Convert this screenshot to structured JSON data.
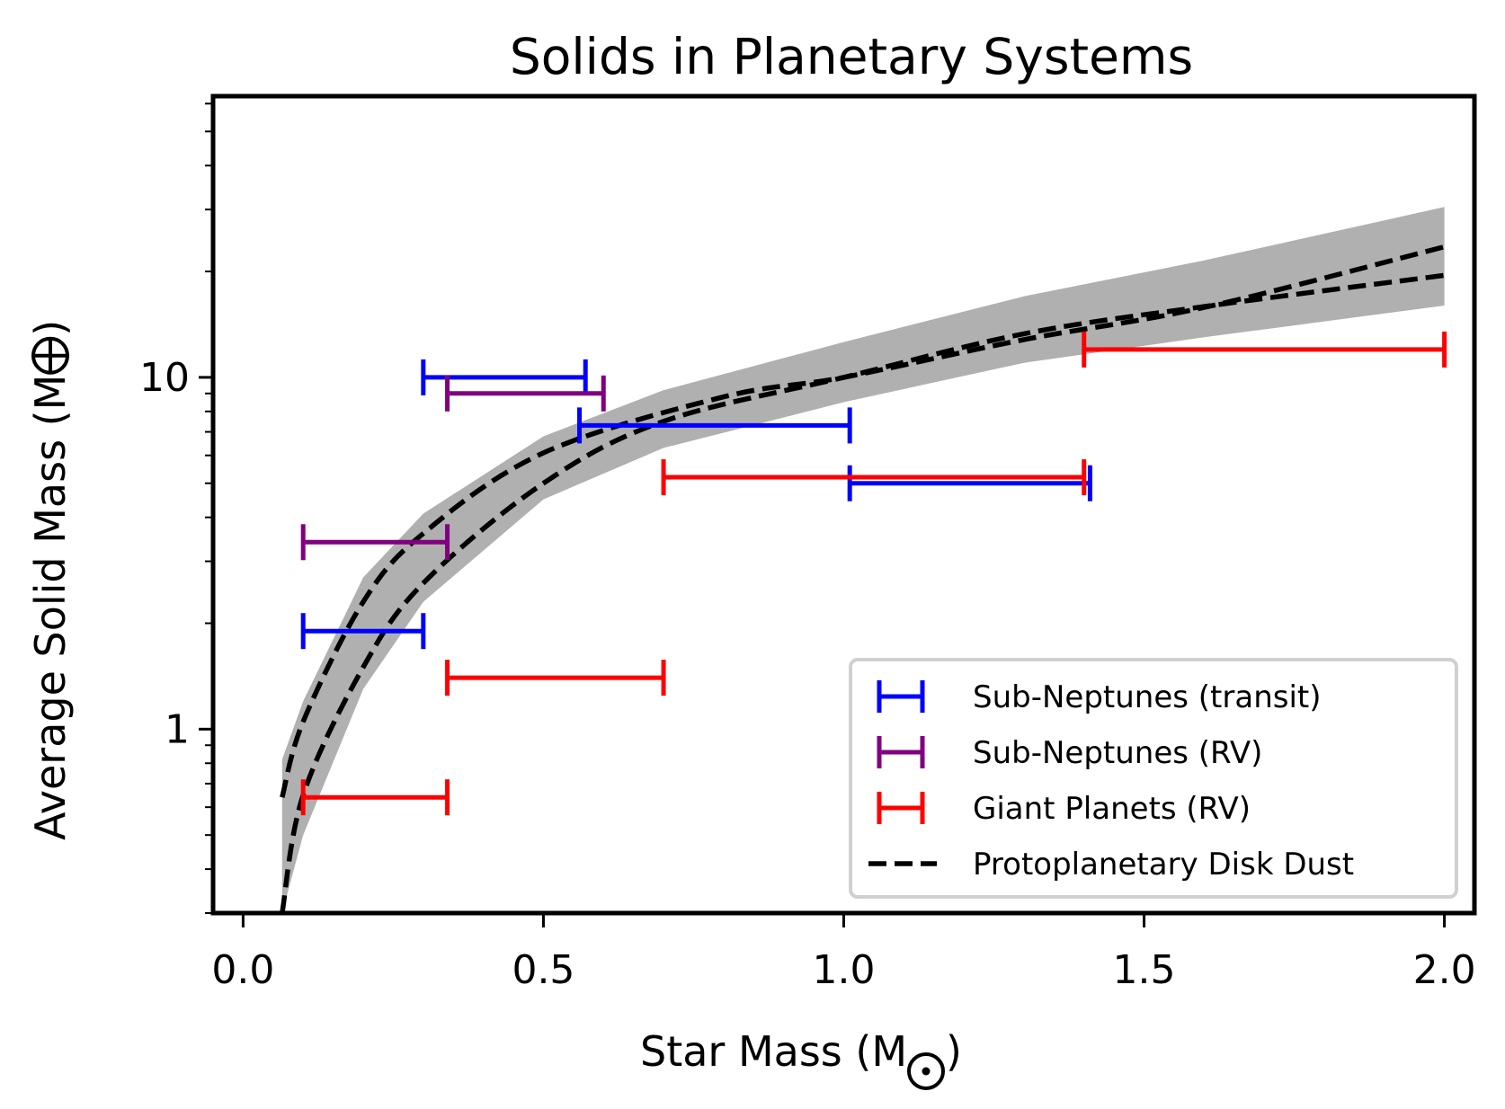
{
  "chart_data": {
    "type": "errorbar",
    "title": "Solids in Planetary Systems",
    "xlabel": "Star Mass (M",
    "xlabel_symbol": "sun",
    "ylabel": "Average Solid Mass (M",
    "ylabel_symbol": "earth",
    "xlim": [
      -0.05,
      2.05
    ],
    "ylim": [
      0.3,
      63
    ],
    "yscale": "log",
    "grid": false,
    "legend_position": "lower-right",
    "x_ticks": [
      "0.0",
      "0.5",
      "1.0",
      "1.5",
      "2.0"
    ],
    "x_tick_values": [
      0.0,
      0.5,
      1.0,
      1.5,
      2.0
    ],
    "y_ticks": [
      "1",
      "10"
    ],
    "y_tick_values": [
      1,
      10
    ],
    "series": [
      {
        "name": "Sub-Neptunes (transit)",
        "color": "#0000ff",
        "intervals": [
          {
            "xmin": 0.1,
            "xmax": 0.3,
            "y": 1.9
          },
          {
            "xmin": 0.3,
            "xmax": 0.57,
            "y": 10.0
          },
          {
            "xmin": 0.56,
            "xmax": 1.01,
            "y": 7.3
          },
          {
            "xmin": 1.01,
            "xmax": 1.41,
            "y": 5.0
          }
        ]
      },
      {
        "name": "Sub-Neptunes (RV)",
        "color": "#800080",
        "intervals": [
          {
            "xmin": 0.1,
            "xmax": 0.34,
            "y": 3.4
          },
          {
            "xmin": 0.34,
            "xmax": 0.6,
            "y": 9.0
          }
        ]
      },
      {
        "name": "Giant Planets (RV)",
        "color": "#ff0000",
        "intervals": [
          {
            "xmin": 0.1,
            "xmax": 0.34,
            "y": 0.64
          },
          {
            "xmin": 0.34,
            "xmax": 0.7,
            "y": 1.4
          },
          {
            "xmin": 0.7,
            "xmax": 1.4,
            "y": 5.2
          },
          {
            "xmin": 1.4,
            "xmax": 2.0,
            "y": 12.0
          }
        ]
      },
      {
        "name": "Protoplanetary Disk Dust",
        "color": "#000000",
        "style": "dashed",
        "curves": [
          {
            "x": [
              0.065,
              0.1,
              0.2,
              0.3,
              0.5,
              0.8,
              1.0,
              1.3,
              1.6,
              2.0
            ],
            "y": [
              0.64,
              1.05,
              2.3,
              3.6,
              6.1,
              8.8,
              10.0,
              12.8,
              15.8,
              23.5
            ]
          },
          {
            "x": [
              0.065,
              0.1,
              0.2,
              0.3,
              0.5,
              0.7,
              1.0,
              1.3,
              1.6,
              2.0
            ],
            "y": [
              0.3,
              0.65,
              1.5,
              2.6,
              5.0,
              7.5,
              10.0,
              13.3,
              15.9,
              19.5
            ]
          }
        ],
        "band_color": "#b0b0b0",
        "band": {
          "x": [
            0.065,
            0.1,
            0.2,
            0.3,
            0.5,
            0.7,
            1.0,
            1.3,
            1.6,
            2.0
          ],
          "lower": [
            0.3,
            0.5,
            1.3,
            2.3,
            4.5,
            6.3,
            8.5,
            11.0,
            13.0,
            16.0
          ],
          "upper": [
            0.82,
            1.2,
            2.7,
            4.1,
            6.8,
            9.2,
            12.6,
            17.0,
            21.5,
            30.5
          ]
        }
      }
    ]
  }
}
